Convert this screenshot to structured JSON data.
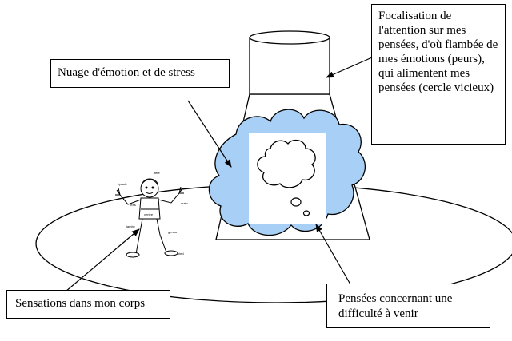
{
  "labels": {
    "emotion_cloud": "Nuage d'émotion et de stress",
    "attention_focus": "Focalisation de l'attention sur mes pensées, d'où flambée de mes émotions (peurs), qui alimentent mes pensées (cercle vicieux)",
    "body_sensations": "Sensations dans mon corps",
    "thoughts": "Pensées concernant une difficulté à venir"
  },
  "body_parts": {
    "head": "tête",
    "shoulder": "épaule",
    "arm": "bras",
    "hand": "main",
    "belly": "ventre",
    "leg": "jambe",
    "knee": "genou",
    "foot": "pied"
  },
  "colors": {
    "cloud": "#a8cff5",
    "stroke": "#000000",
    "thought_card": "#ffffff"
  }
}
